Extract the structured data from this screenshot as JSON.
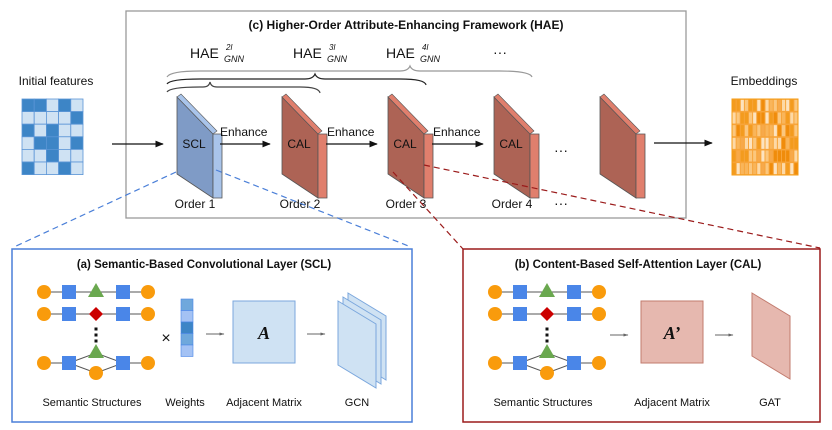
{
  "framework": {
    "title": "(c) Higher-Order Attribute-Enhancing Framework (HAE)",
    "hae_labels": [
      {
        "base": "HAE",
        "sup": "2l",
        "sub": "GNN"
      },
      {
        "base": "HAE",
        "sup": "3l",
        "sub": "GNN"
      },
      {
        "base": "HAE",
        "sup": "4l",
        "sub": "GNN"
      }
    ],
    "hae_ellipsis": "···",
    "layers": [
      {
        "label": "SCL",
        "order": "Order 1",
        "type": "SCL"
      },
      {
        "label": "CAL",
        "order": "Order 2",
        "type": "CAL"
      },
      {
        "label": "CAL",
        "order": "Order 3",
        "type": "CAL"
      },
      {
        "label": "CAL",
        "order": "Order 4",
        "type": "CAL"
      },
      {
        "label": "",
        "order": "",
        "type": "CAL"
      }
    ],
    "enhance_label": "Enhance",
    "layer_ellipsis": "···",
    "order_ellipsis": "···"
  },
  "input": {
    "label": "Initial features",
    "grid": [
      [
        1,
        1,
        0,
        1,
        0
      ],
      [
        0,
        0,
        0,
        0,
        1
      ],
      [
        1,
        0,
        1,
        0,
        0
      ],
      [
        0,
        1,
        1,
        0,
        1
      ],
      [
        0,
        0,
        1,
        0,
        0
      ],
      [
        1,
        0,
        0,
        1,
        0
      ]
    ]
  },
  "output": {
    "label": "Embeddings"
  },
  "panel_scl": {
    "title": "(a) Semantic-Based Convolutional Layer (SCL)",
    "times_symbol": "×",
    "matrix_symbol": "A",
    "captions": [
      "Semantic Structures",
      "Weights",
      "Adjacent Matrix",
      "GCN"
    ]
  },
  "panel_cal": {
    "title": "(b)  Content-Based Self-Attention Layer (CAL)",
    "matrix_symbol": "A’",
    "captions": [
      "Semantic Structures",
      "Adjacent Matrix",
      "GAT"
    ]
  },
  "colors": {
    "scl_front": "#7f9bc6",
    "scl_side": "#a9c4ea",
    "cal_front": "#ad6355",
    "cal_side": "#e07f6d",
    "blue_line": "#4a7fd8",
    "red_line": "#9b1b1b",
    "orange": "#f99b0c",
    "node_blue": "#4a86e8",
    "node_green": "#6aa84f",
    "node_red": "#cc0000",
    "grid_dark": "#3d85c6",
    "grid_light": "#cfe2f3"
  }
}
